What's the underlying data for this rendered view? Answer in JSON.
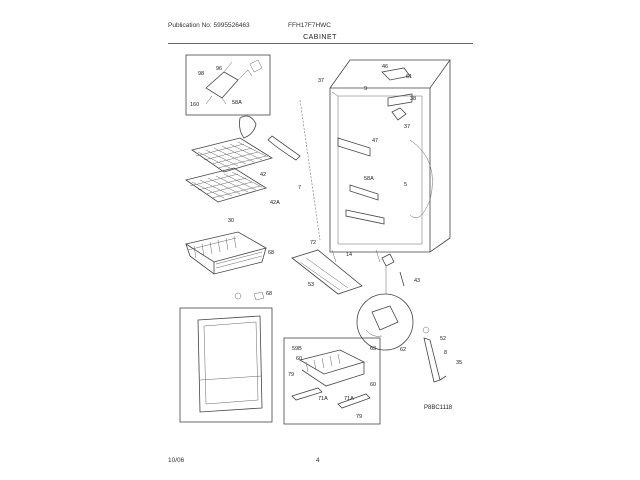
{
  "header": {
    "publication": "Publication No: 5995526463",
    "model": "FFH17F7HWC",
    "section_title": "CABINET"
  },
  "footer": {
    "date": "10/06",
    "page": "4"
  },
  "diagram_code": "P8BC1118",
  "callouts": {
    "c37a": "37",
    "c9": "9",
    "c46": "46",
    "c61": "61",
    "c38": "38",
    "c37b": "37",
    "c47": "47",
    "c58a_r": "58A",
    "c5": "5",
    "c7": "7",
    "c42": "42",
    "c42a": "42A",
    "c30": "30",
    "c68a": "68",
    "c68b": "68",
    "c72": "72",
    "c14": "14",
    "c43": "43",
    "c53": "53",
    "c62": "62",
    "c52": "52",
    "c8": "8",
    "c35": "35",
    "c58a": "58A",
    "c98": "98",
    "c96": "96",
    "c160": "160",
    "c59b": "59B",
    "c60a": "60",
    "c60b": "60",
    "c79": "79",
    "c71a1": "71A",
    "c71a2": "71A",
    "c79b": "79",
    "c63": "63"
  }
}
